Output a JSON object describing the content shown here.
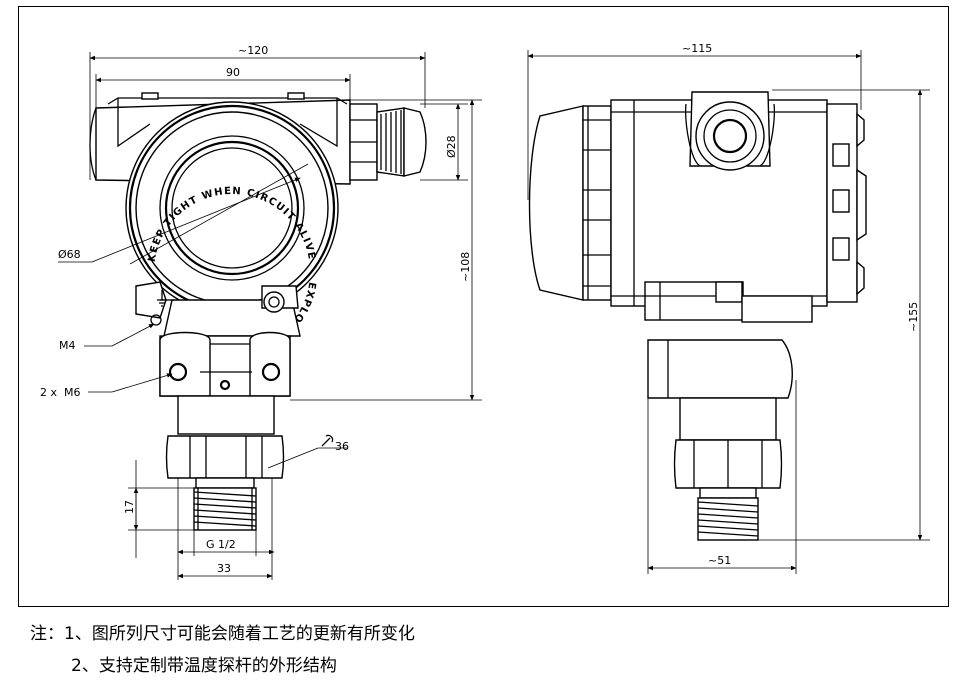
{
  "dimensions": {
    "width_120": "~120",
    "width_90": "90",
    "dia_28": "Ø28",
    "dia_68": "Ø68",
    "height_108": "~108",
    "thread_m4": "M4",
    "thread_m6": "2 x  M6",
    "wrench_36": "36",
    "len_17": "17",
    "thread_g": "G 1/2",
    "width_33": "33",
    "width_115": "~115",
    "height_155": "~155",
    "width_51": "~51"
  },
  "ring_text": {
    "outer": "KEEP TIGHT WHEN CIRCUIT ALIVE",
    "inner": "EXPLOSIVE ATMOSPHERE"
  },
  "notes": {
    "line1": "注：1、图所列尺寸可能会随着工艺的更新有所变化",
    "line2": "2、支持定制带温度探杆的外形结构"
  }
}
